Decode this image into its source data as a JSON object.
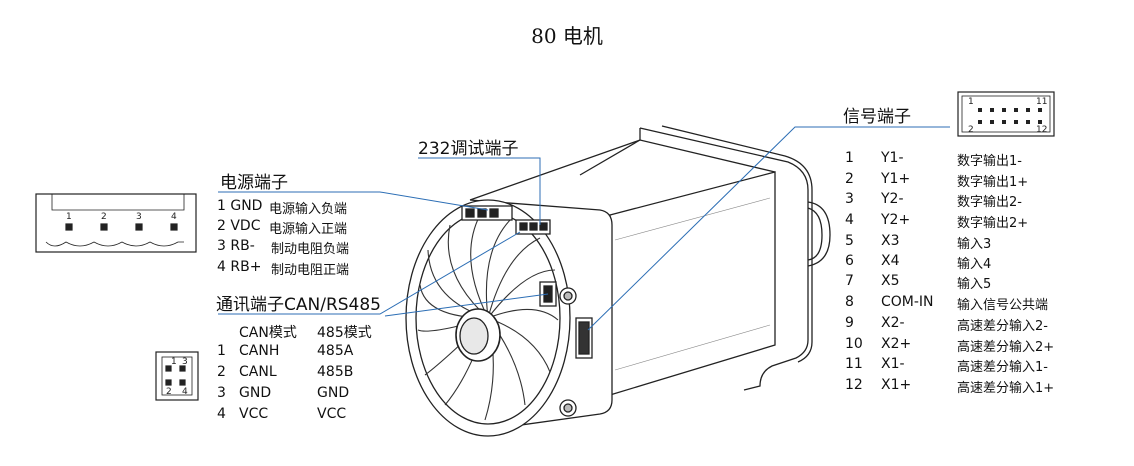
{
  "title": "80 电机",
  "power": {
    "heading": "电源端子",
    "pin_numbers": [
      "1",
      "2",
      "3",
      "4"
    ],
    "rows": [
      {
        "name": "1 GND",
        "desc": "电源输入负端"
      },
      {
        "name": "2 VDC",
        "desc": "电源输入正端"
      },
      {
        "name": "3 RB-",
        "desc": "制动电阻负端"
      },
      {
        "name": "4 RB+",
        "desc": "制动电阻正端"
      }
    ]
  },
  "debug": {
    "heading": "232调试端子"
  },
  "comm": {
    "heading": "通讯端子CAN/RS485",
    "col_can": "CAN模式",
    "col_485": "485模式",
    "pin_labels": [
      "1",
      "3",
      "2",
      "4"
    ],
    "rows": [
      {
        "no": "1",
        "can": "CANH",
        "rs": "485A"
      },
      {
        "no": "2",
        "can": "CANL",
        "rs": "485B"
      },
      {
        "no": "3",
        "can": "GND",
        "rs": "GND"
      },
      {
        "no": "4",
        "can": "VCC",
        "rs": "VCC"
      }
    ]
  },
  "signal": {
    "heading": "信号端子",
    "pin_labels": [
      "1",
      "11",
      "2",
      "12"
    ],
    "rows": [
      {
        "no": "1",
        "name": "Y1-",
        "desc": "数字输出1-"
      },
      {
        "no": "2",
        "name": "Y1+",
        "desc": "数字输出1+"
      },
      {
        "no": "3",
        "name": "Y2-",
        "desc": "数字输出2-"
      },
      {
        "no": "4",
        "name": "Y2+",
        "desc": "数字输出2+"
      },
      {
        "no": "5",
        "name": "X3",
        "desc": "输入3"
      },
      {
        "no": "6",
        "name": "X4",
        "desc": "输入4"
      },
      {
        "no": "7",
        "name": "X5",
        "desc": "输入5"
      },
      {
        "no": "8",
        "name": "COM-IN",
        "desc": "输入信号公共端"
      },
      {
        "no": "9",
        "name": "X2-",
        "desc": "高速差分输入2-"
      },
      {
        "no": "10",
        "name": "X2+",
        "desc": "高速差分输入2+"
      },
      {
        "no": "11",
        "name": "X1-",
        "desc": "高速差分输入1-"
      },
      {
        "no": "12",
        "name": "X1+",
        "desc": "高速差分输入1+"
      }
    ]
  },
  "colors": {
    "leader_line": "#2c6eb5",
    "outline": "#222222"
  }
}
